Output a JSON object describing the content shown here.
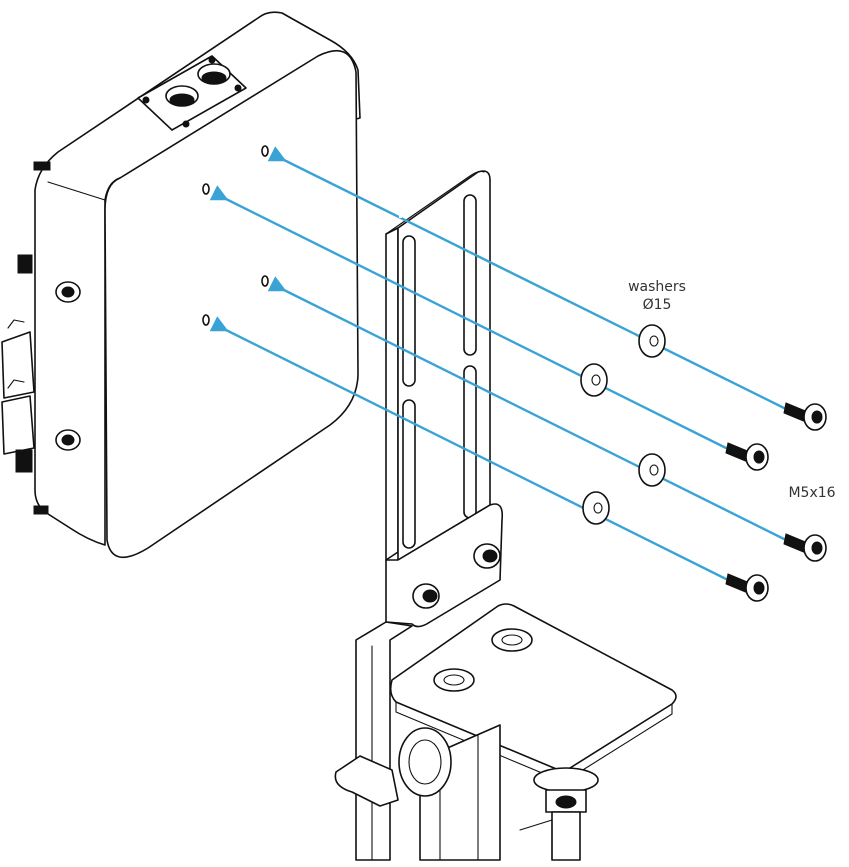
{
  "labels": {
    "washers_line1": "washers",
    "washers_line2": "Ø15",
    "screw_spec": "M5x16"
  },
  "colors": {
    "arrow": "#3aa3d6",
    "outline": "#111111",
    "label": "#333333"
  }
}
